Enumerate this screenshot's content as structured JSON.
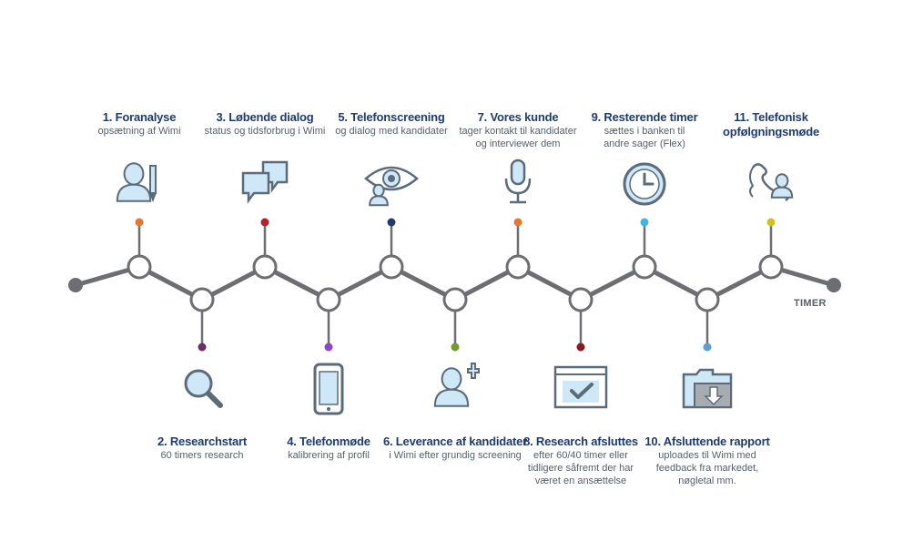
{
  "colors": {
    "line": "#6d6e71",
    "icon_stroke": "#5b6b7a",
    "icon_fill": "#cfe8f7",
    "title": "#1f3b6e"
  },
  "axis_label": "TIMER",
  "steps": [
    {
      "title": "1. Foranalyse",
      "desc": [
        "opsætning af Wimi"
      ],
      "icon": "user-pencil-icon",
      "dot": "#e8772e"
    },
    {
      "title": "2. Researchstart",
      "desc": [
        "60 timers research"
      ],
      "icon": "magnifier-icon",
      "dot": "#6d2c6d"
    },
    {
      "title": "3. Løbende dialog",
      "desc": [
        "status og tidsforbrug i Wimi"
      ],
      "icon": "chat-bubbles-icon",
      "dot": "#b5202e"
    },
    {
      "title": "4. Telefonmøde",
      "desc": [
        "kalibrering af profil"
      ],
      "icon": "smartphone-icon",
      "dot": "#8e44c4"
    },
    {
      "title": "5. Telefonscreening",
      "desc": [
        "og dialog med kandidater"
      ],
      "icon": "eye-user-icon",
      "dot": "#1f3b6e"
    },
    {
      "title": "6. Leverance af kandidater",
      "desc": [
        "i Wimi efter grundig screening"
      ],
      "icon": "user-add-icon",
      "dot": "#6f9e2c"
    },
    {
      "title": "7.  Vores kunde",
      "desc": [
        "tager kontakt til kandidater",
        "og interviewer dem"
      ],
      "icon": "microphone-icon",
      "dot": "#e8772e"
    },
    {
      "title": "8. Research afsluttes",
      "desc": [
        "efter 60/40 timer eller",
        "tidligere såfremt der har",
        "været en ansættelse"
      ],
      "icon": "window-check-icon",
      "dot": "#8b1a1a"
    },
    {
      "title": "9. Resterende timer",
      "desc": [
        "sættes i banken til",
        "andre sager (Flex)"
      ],
      "icon": "clock-icon",
      "dot": "#3ab7e6"
    },
    {
      "title": "10. Afsluttende rapport",
      "desc": [
        "uploades til Wimi med",
        "feedback fra markedet,",
        "nøgletal mm."
      ],
      "icon": "folder-download-icon",
      "dot": "#5aa0d8"
    },
    {
      "title": "11. Telefonisk",
      "desc": [
        "opfølgningsmøde"
      ],
      "desc_bold": true,
      "icon": "phone-user-icon",
      "dot": "#d4c21c"
    }
  ]
}
